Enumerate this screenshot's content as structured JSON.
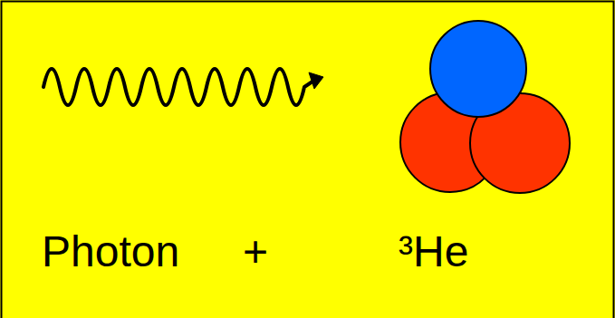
{
  "diagram": {
    "labels": [
      "Photon",
      "+",
      "³He"
    ]
  }
}
